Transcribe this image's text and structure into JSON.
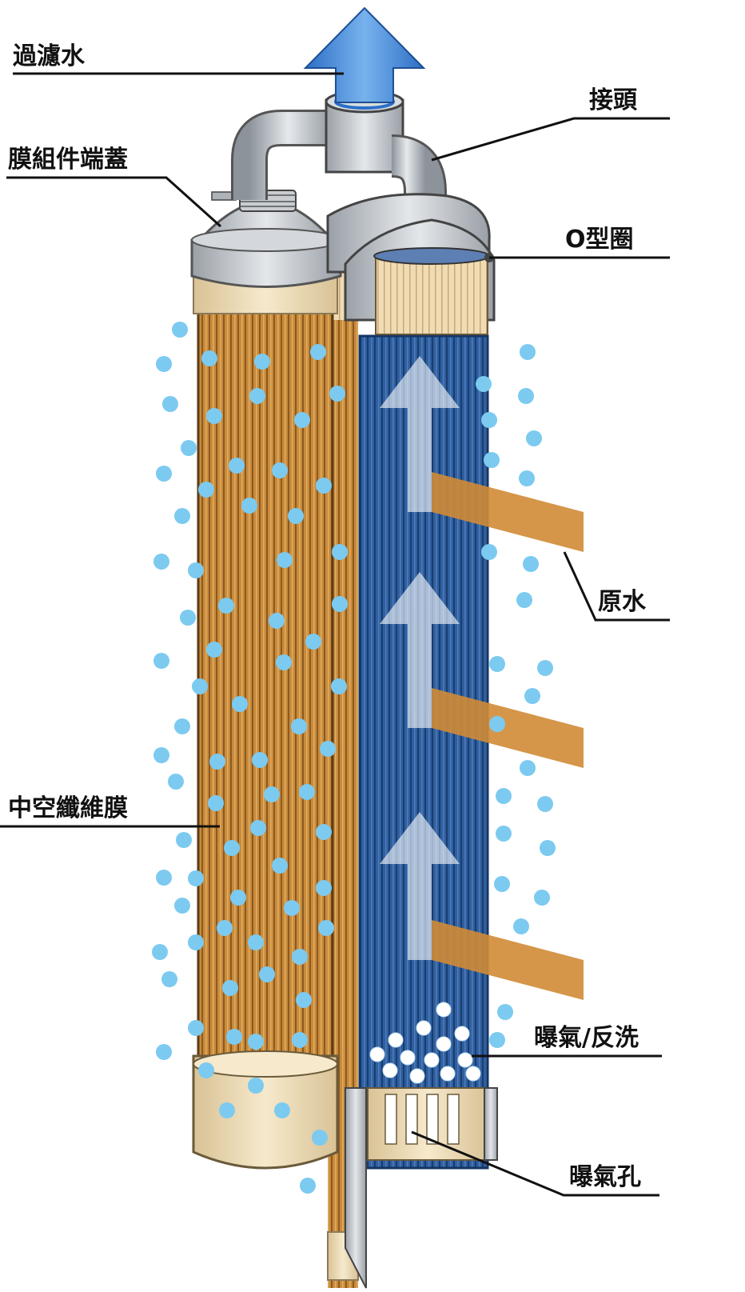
{
  "labels": {
    "filtered_water": "過濾水",
    "end_cap": "膜組件端蓋",
    "joint": "接頭",
    "o_ring": "O型圈",
    "raw_water": "原水",
    "hollow_fiber": "中空纖維膜",
    "aeration_backwash": "曝氣/反洗",
    "aeration_hole": "曝氣孔"
  },
  "colors": {
    "membrane_brown": "#c98a3a",
    "membrane_blue": "#2f5f9e",
    "cap_grey": "#b9bec4",
    "bubble": "#7ccaf0",
    "arrow_blue": "#3f86d8",
    "raw_water_pipe": "#d08b35",
    "collar": "#efdcb4"
  }
}
